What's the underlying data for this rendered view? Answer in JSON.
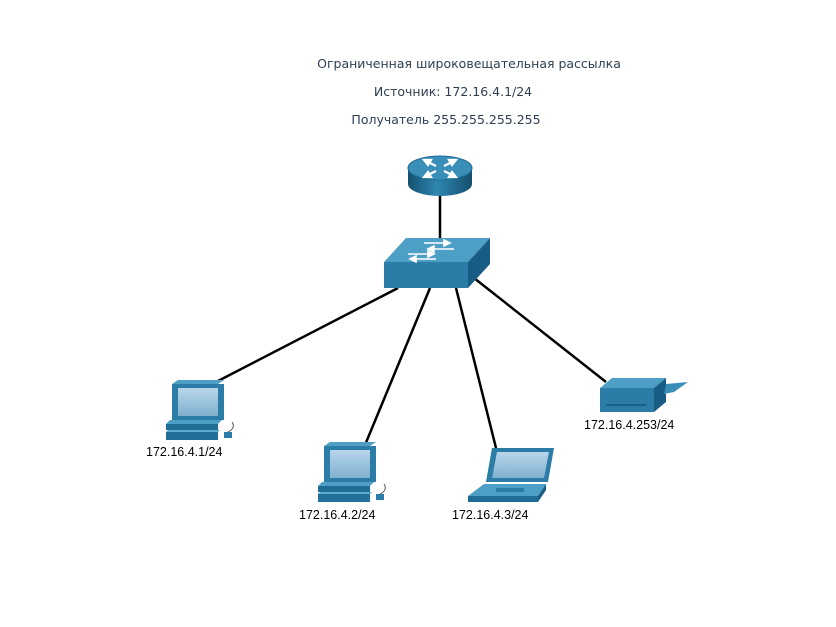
{
  "header": {
    "title": "Ограниченная широковещательная рассылка",
    "source": "Источник: 172.16.4.1/24",
    "destination": "Получатель 255.255.255.255"
  },
  "devices": {
    "router": {
      "icon": "router-icon"
    },
    "switch": {
      "icon": "switch-icon"
    },
    "pc1": {
      "icon": "desktop-pc-icon",
      "label": "172.16.4.1/24"
    },
    "pc2": {
      "icon": "desktop-pc-icon",
      "label": "172.16.4.2/24"
    },
    "laptop": {
      "icon": "laptop-icon",
      "label": "172.16.4.3/24"
    },
    "printer": {
      "icon": "printer-icon",
      "label": "172.16.4.253/24"
    }
  },
  "colors": {
    "device_blue": "#2a7aa3",
    "device_dark": "#15597f",
    "device_light": "#4fa3c9",
    "screen": "#9cc3dc",
    "link": "#000000",
    "caption_text": "#2e3f52"
  }
}
